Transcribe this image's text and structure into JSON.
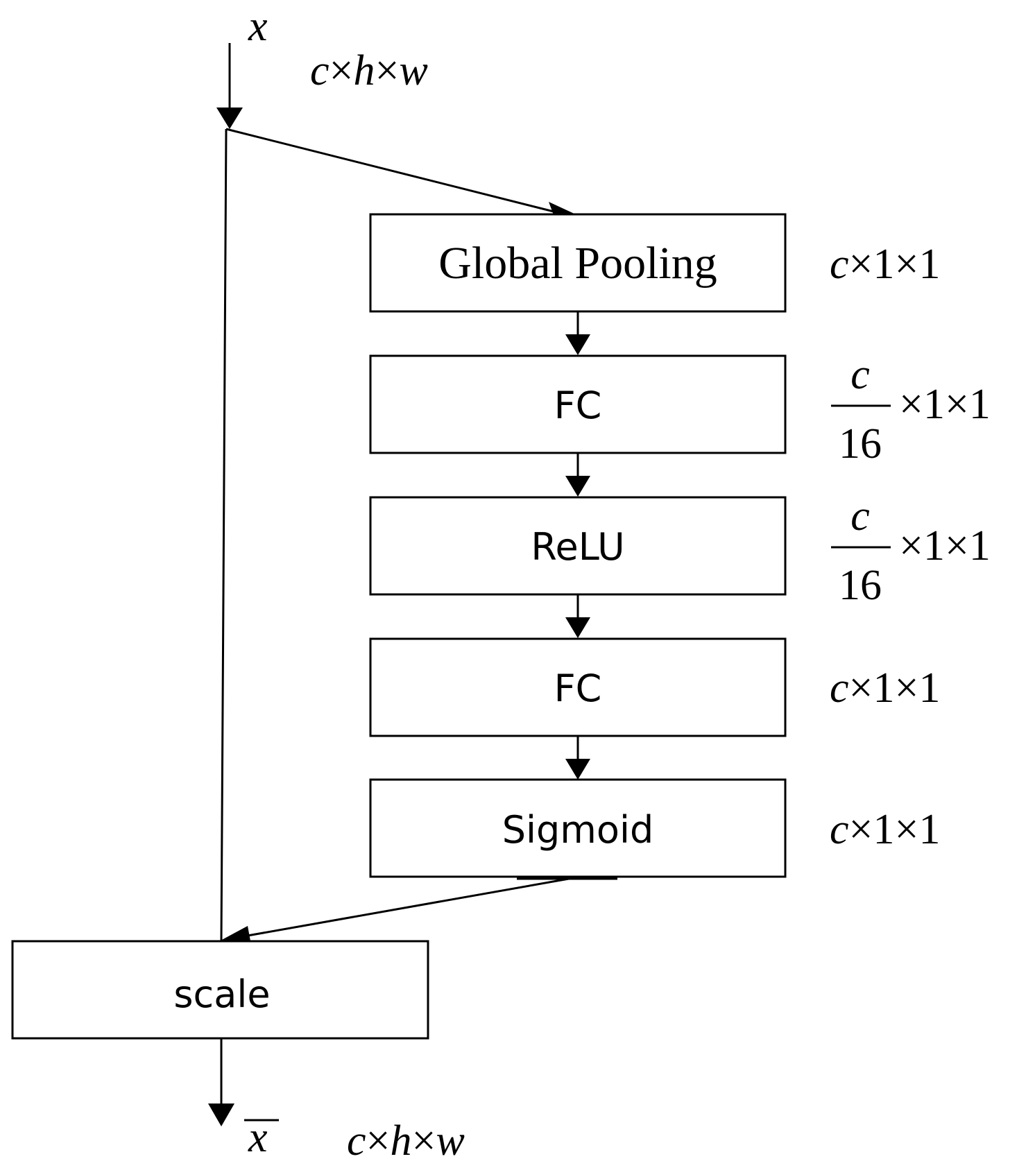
{
  "input_symbol": "x",
  "output_symbol": "x",
  "input_shape": {
    "c": "c",
    "h": "h",
    "w": "w",
    "times": "×"
  },
  "output_shape": {
    "c": "c",
    "h": "h",
    "w": "w",
    "times": "×"
  },
  "blocks": {
    "global_pooling": "Global Pooling",
    "fc1": "FC",
    "relu": "ReLU",
    "fc2": "FC",
    "sigmoid": "Sigmoid",
    "scale": "scale"
  },
  "dims": {
    "global_pooling": {
      "c": "c",
      "rest": "×1×1"
    },
    "fc1": {
      "numerator": "c",
      "denominator": "16",
      "rest": "×1×1"
    },
    "relu": {
      "numerator": "c",
      "denominator": "16",
      "rest": "×1×1"
    },
    "fc2": {
      "c": "c",
      "rest": "×1×1"
    },
    "sigmoid": {
      "c": "c",
      "rest": "×1×1"
    }
  }
}
